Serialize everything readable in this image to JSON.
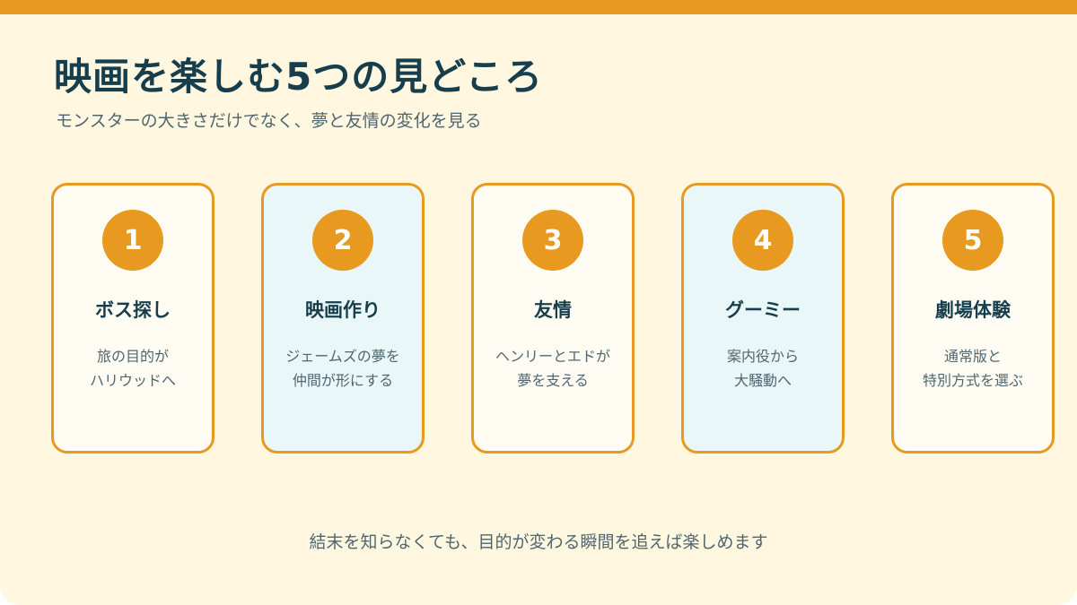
{
  "colors": {
    "accent": "#e8991f",
    "background": "#fff7e0",
    "heading": "#173e4c",
    "body_text": "#4f6670",
    "card_light": "#fffdf3",
    "card_cyan": "#e9f7f8"
  },
  "slide": {
    "title": "映画を楽しむ5つの見どころ",
    "subtitle": "モンスターの大きさだけでなく、夢と友情の変化を見る",
    "footer": "結末を知らなくても、目的が変わる瞬間を追えば楽しめます"
  },
  "cards": [
    {
      "number": "1",
      "title": "ボス探し",
      "lines": [
        "旅の目的が",
        "ハリウッドへ"
      ]
    },
    {
      "number": "2",
      "title": "映画作り",
      "lines": [
        "ジェームズの夢を",
        "仲間が形にする"
      ]
    },
    {
      "number": "3",
      "title": "友情",
      "lines": [
        "ヘンリーとエドが",
        "夢を支える"
      ]
    },
    {
      "number": "4",
      "title": "グーミー",
      "lines": [
        "案内役から",
        "大騒動へ"
      ]
    },
    {
      "number": "5",
      "title": "劇場体験",
      "lines": [
        "通常版と",
        "特別方式を選ぶ"
      ]
    }
  ]
}
